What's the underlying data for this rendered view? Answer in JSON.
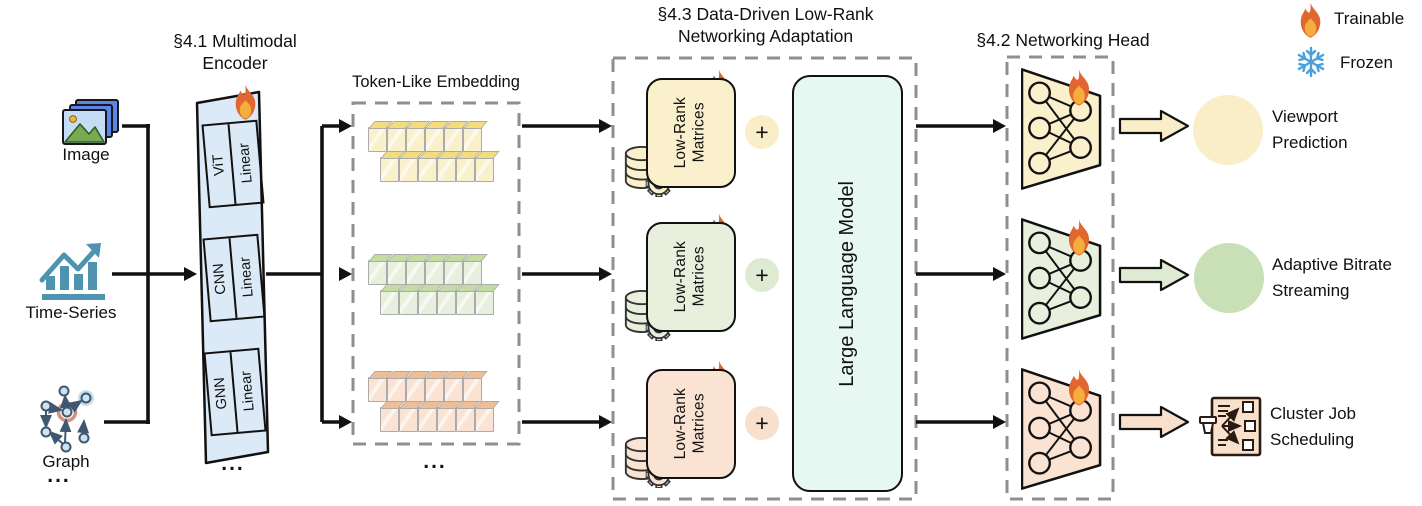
{
  "legend": {
    "trainable_label": "Trainable",
    "frozen_label": "Frozen"
  },
  "inputs": [
    {
      "label": "Image"
    },
    {
      "label": "Time-Series"
    },
    {
      "label": "Graph"
    }
  ],
  "inputs_more": "...",
  "encoder": {
    "title": "§4.1 Multimodal\nEncoder",
    "blocks": [
      {
        "model": "ViT",
        "proj": "Linear"
      },
      {
        "model": "CNN",
        "proj": "Linear"
      },
      {
        "model": "GNN",
        "proj": "Linear"
      }
    ],
    "more": "..."
  },
  "embedding": {
    "title": "Token-Like Embedding",
    "more": "...",
    "tokens_per_row": 6,
    "rows_per_group": 2,
    "groups": [
      "yellow",
      "green",
      "peach"
    ]
  },
  "adaptation": {
    "title": "§4.3 Data-Driven Low-Rank\nNetworking Adaptation",
    "lora_label": "Low-Rank\nMatrices",
    "plus": "+",
    "llm_label": "Large Language Model"
  },
  "head": {
    "title": "§4.2 Networking Head"
  },
  "tasks": [
    {
      "label": "Viewport\nPrediction"
    },
    {
      "label": "Adaptive Bitrate\nStreaming"
    },
    {
      "label": "Cluster Job\nScheduling"
    }
  ],
  "colors": {
    "yellow_fill": "#FAF0CB",
    "yellow_top": "#F2DC7E",
    "yellow_soft": "#FAEEC9",
    "green_fill": "#E8EFDD",
    "green_top": "#C4DCA4",
    "green_soft": "#DFEAD2",
    "green_deep": "#C9DFB5",
    "peach_fill": "#FAE3D2",
    "peach_top": "#F0BE94",
    "peach_soft": "#F8E0CC",
    "encoder_fill": "#DCE9F6",
    "llm_fill": "#E7F8F3",
    "fire_outer": "#E2662F",
    "fire_inner": "#F4AE3D",
    "frozen_blue": "#4AA0DC",
    "teal": "#4E93B0",
    "line": "#111111",
    "dash_gray": "#8F8F8F"
  }
}
